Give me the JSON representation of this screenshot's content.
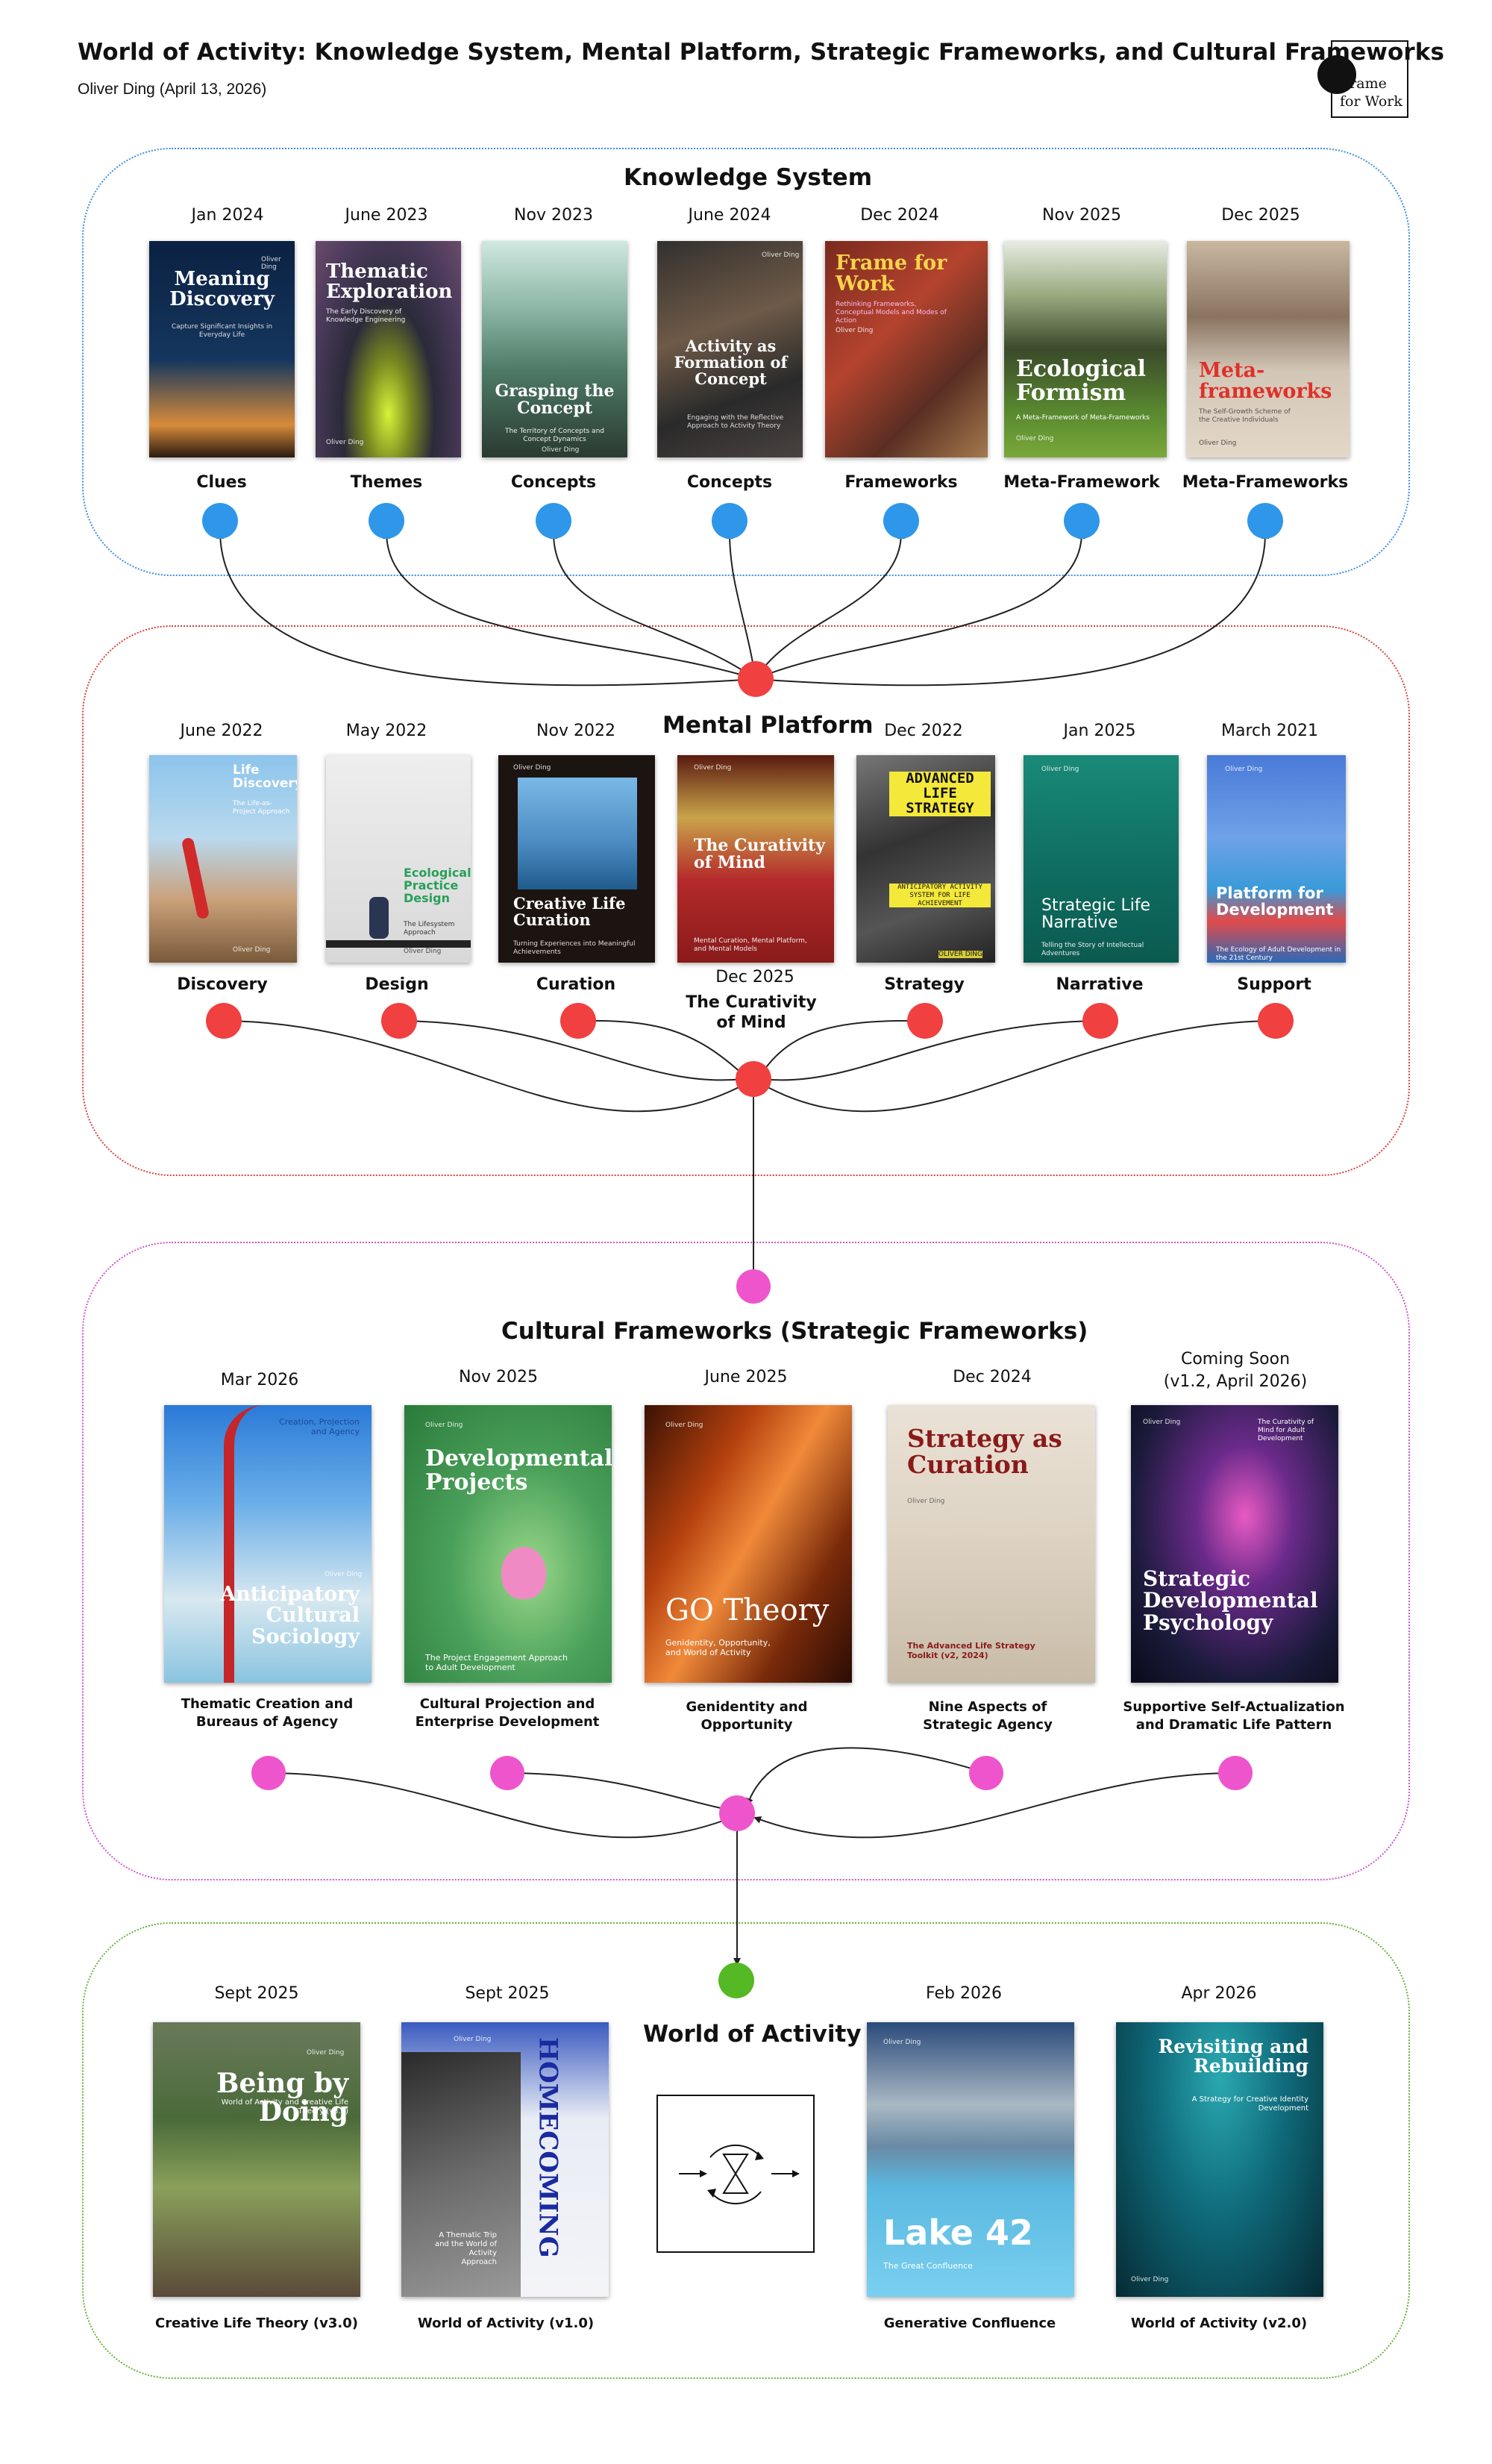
{
  "header": {
    "title": "World of Activity: Knowledge System, Mental Platform, Strategic Frameworks, and Cultural Frameworks",
    "subtitle": "Oliver Ding (April 13, 2026)",
    "logo_text": "Frame for Work"
  },
  "colors": {
    "knowledge": "#2f97ea",
    "mental": "#f04040",
    "cultural": "#ee55cc",
    "world": "#55b825"
  },
  "knowledge_system": {
    "title": "Knowledge System",
    "books": [
      {
        "date": "Jan 2024",
        "label": "Clues",
        "cover_title": "Meaning Discovery",
        "cover_sub": "Capture Significant Insights in Everyday Life",
        "author": "Oliver Ding"
      },
      {
        "date": "June 2023",
        "label": "Themes",
        "cover_title": "Thematic Exploration",
        "cover_sub": "The Early Discovery of Knowledge Engineering",
        "author": "Oliver Ding"
      },
      {
        "date": "Nov 2023",
        "label": "Concepts",
        "cover_title": "Grasping the Concept",
        "cover_sub": "The Territory of Concepts and Concept Dynamics",
        "author": "Oliver Ding"
      },
      {
        "date": "June 2024",
        "label": "Concepts",
        "cover_title": "Activity as Formation of Concept",
        "cover_sub": "Engaging with the Reflective Approach to Activity Theory",
        "author": "Oliver Ding"
      },
      {
        "date": "Dec 2024",
        "label": "Frameworks",
        "cover_title": "Frame for Work",
        "cover_sub": "Rethinking Frameworks, Conceptual Models and Modes of Action",
        "author": "Oliver Ding"
      },
      {
        "date": "Nov 2025",
        "label": "Meta-Framework",
        "cover_title": "Ecological Formism",
        "cover_sub": "A Meta-Framework of Meta-Frameworks",
        "author": "Oliver Ding"
      },
      {
        "date": "Dec 2025",
        "label": "Meta-Frameworks",
        "cover_title": "Meta-frameworks",
        "cover_sub": "The Self-Growth Scheme of the Creative Individuals",
        "author": "Oliver Ding"
      }
    ]
  },
  "mental_platform": {
    "title": "Mental Platform",
    "hub_date": "Dec 2025",
    "hub_label": "The Curativity of Mind",
    "books": [
      {
        "date": "June 2022",
        "label": "Discovery",
        "cover_title": "Life Discovery",
        "cover_sub": "The Life-as-Project Approach",
        "author": "Oliver Ding"
      },
      {
        "date": "May 2022",
        "label": "Design",
        "cover_title": "Ecological Practice Design",
        "cover_sub": "The Lifesystem Approach",
        "author": "Oliver Ding"
      },
      {
        "date": "Nov 2022",
        "label": "Curation",
        "cover_title": "Creative Life Curation",
        "cover_sub": "Turning Experiences into Meaningful Achievements",
        "author": "Oliver Ding"
      },
      {
        "date": "",
        "label": "",
        "cover_title": "The Curativity of Mind",
        "cover_sub": "Mental Curation, Mental Platform, and Mental Models",
        "author": "Oliver Ding"
      },
      {
        "date": "Dec 2022",
        "label": "Strategy",
        "cover_title": "ADVANCED LIFE STRATEGY",
        "cover_sub": "ANTICIPATORY ACTIVITY SYSTEM FOR LIFE ACHIEVEMENT",
        "author": "OLIVER DING"
      },
      {
        "date": "Jan 2025",
        "label": "Narrative",
        "cover_title": "Strategic Life Narrative",
        "cover_sub": "Telling the Story of Intellectual Adventures",
        "author": "Oliver Ding"
      },
      {
        "date": "March 2021",
        "label": "Support",
        "cover_title": "Platform for Development",
        "cover_sub": "The Ecology of Adult Development in the 21st Century",
        "author": "Oliver Ding"
      }
    ]
  },
  "cultural_frameworks": {
    "title": "Cultural Frameworks (Strategic Frameworks)",
    "books": [
      {
        "date": "Mar 2026",
        "label_1": "Thematic Creation and",
        "label_2": "Bureaus of Agency",
        "cover_title": "Anticipatory Cultural Sociology",
        "cover_sub": "Creation, Projection and Agency",
        "author": "Oliver Ding"
      },
      {
        "date": "Nov 2025",
        "label_1": "Cultural Projection and",
        "label_2": "Enterprise Development",
        "cover_title": "Developmental Projects",
        "cover_sub": "The Project Engagement Approach to Adult Development",
        "author": "Oliver Ding"
      },
      {
        "date": "June 2025",
        "label_1": "Genidentity and",
        "label_2": "Opportunity",
        "cover_title": "GO Theory",
        "cover_sub": "Genidentity, Opportunity, and World of Activity",
        "author": "Oliver Ding"
      },
      {
        "date": "Dec 2024",
        "label_1": "Nine Aspects of",
        "label_2": "Strategic Agency",
        "cover_title": "Strategy as Curation",
        "cover_sub": "The Advanced Life Strategy Toolkit (v2, 2024)",
        "author": "Oliver Ding"
      },
      {
        "date": "Coming Soon",
        "date_2": "(v1.2, April 2026)",
        "label_1": "Supportive Self-Actualization",
        "label_2": "and Dramatic Life Pattern",
        "cover_title": "Strategic Developmental Psychology",
        "cover_sub": "The Curativity of Mind for Adult Development",
        "author": "Oliver Ding"
      }
    ]
  },
  "world_of_activity": {
    "title": "World of Activity",
    "books": [
      {
        "date": "Sept 2025",
        "label": "Creative Life Theory (v3.0)",
        "cover_title": "Being by Doing",
        "cover_sub": "World of Activity and Creative Life Theory (v3.0)",
        "author": "Oliver Ding"
      },
      {
        "date": "Sept 2025",
        "label": "World of Activity (v1.0)",
        "cover_title": "HOMECOMING",
        "cover_sub": "A Thematic Trip and the World of Activity Approach",
        "author": "Oliver Ding"
      },
      {
        "date": "Feb 2026",
        "label": "Generative Confluence",
        "cover_title": "Lake 42",
        "cover_sub": "The Great Confluence",
        "author": "Oliver Ding"
      },
      {
        "date": "Apr 2026",
        "label": "World of Activity (v2.0)",
        "cover_title": "Revisiting and Rebuilding",
        "cover_sub": "A Strategy for Creative Identity Development",
        "author": "Oliver Ding"
      }
    ]
  }
}
